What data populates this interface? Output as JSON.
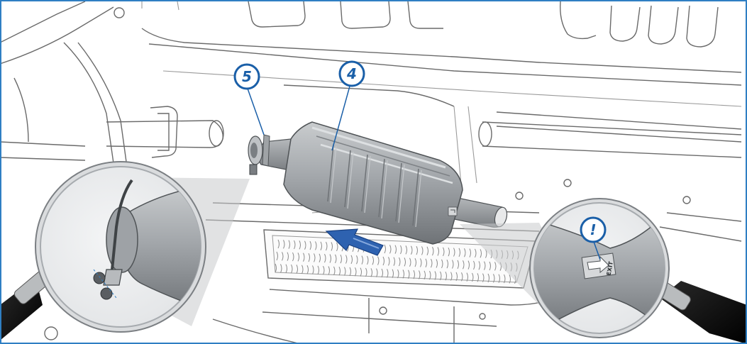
{
  "callouts": [
    {
      "label": "5",
      "part": "clamp"
    },
    {
      "label": "4",
      "part": "silencer"
    },
    {
      "label": "!",
      "part": "exit-marking"
    }
  ],
  "marking": {
    "text": "EXIT"
  },
  "colors": {
    "frame": "#2f7fc3",
    "callout": "#1a5fa8",
    "arrow": "#2e62b0",
    "part_body": "#9ea2a6",
    "part_shadow": "#6d7175",
    "loupe_ring": "#d4d6d8"
  }
}
